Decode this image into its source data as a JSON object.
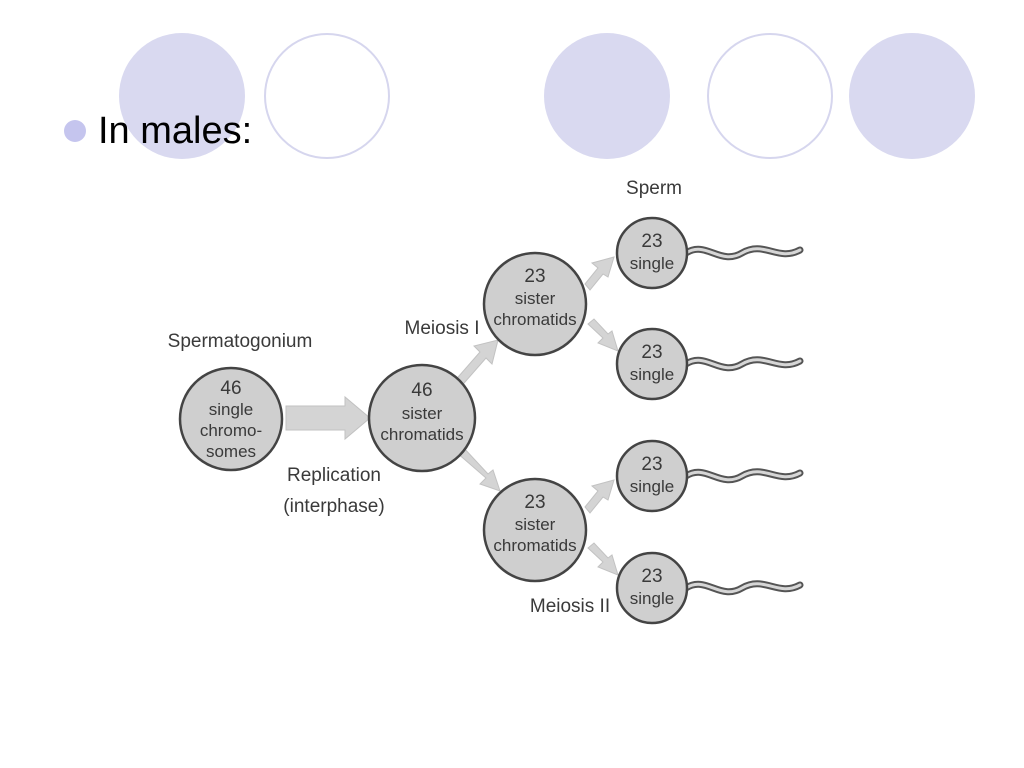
{
  "slide": {
    "bullet_text": "In males:"
  },
  "diagram": {
    "sperm_label": "Sperm",
    "spermatogonium_label": "Spermatogonium",
    "meiosis1_label": "Meiosis I",
    "meiosis2_label": "Meiosis II",
    "replication_label_1": "Replication",
    "replication_label_2": "(interphase)",
    "cell_spermatogonium": [
      "46",
      "single",
      "chromo-",
      "somes"
    ],
    "cell_replicated": [
      "46",
      "sister",
      "chromatids"
    ],
    "cell_secondary_top": [
      "23",
      "sister",
      "chromatids"
    ],
    "cell_secondary_bottom": [
      "23",
      "sister",
      "chromatids"
    ],
    "sperm_cells": [
      [
        "23",
        "single"
      ],
      [
        "23",
        "single"
      ],
      [
        "23",
        "single"
      ],
      [
        "23",
        "single"
      ]
    ]
  },
  "colors": {
    "deco_filled": "#d9d9f0",
    "deco_ring": "#d6d6ee",
    "bullet": "#c5c5ee",
    "cell_fill": "#cfcfcf",
    "arrow_fill": "#d4d4d4"
  }
}
